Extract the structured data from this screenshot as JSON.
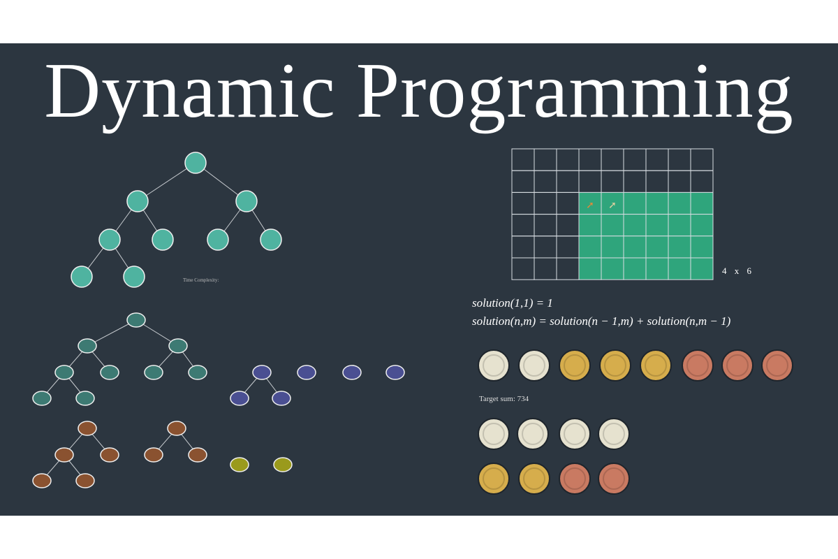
{
  "title": "Dynamic Programming",
  "grid": {
    "rows": 6,
    "cols": 9,
    "highlight_rows_from": 3,
    "highlight_cols_from": 4,
    "dims_label": "4 x 6",
    "highlight_color": "#2fa57c",
    "line_color": "#d8dde2"
  },
  "equations": [
    "solution(1,1) = 1",
    "solution(n,m) = solution(n − 1,m) + solution(n,m − 1)"
  ],
  "target_sum": "Target sum: 734",
  "time_complexity": "Time Complexity:",
  "colors": {
    "background": "#2c3640",
    "teal": "#4fb3a0",
    "dark_teal": "#3d7a73",
    "blue": "#4a4f92",
    "brown": "#8a5230",
    "olive": "#9a9a1c",
    "coin_silver": "#e6e2cf",
    "coin_gold": "#d6ad4c",
    "coin_copper": "#c97a62"
  },
  "coins": {
    "row1": [
      "silver",
      "silver",
      "gold",
      "gold",
      "gold",
      "copper",
      "copper",
      "copper"
    ],
    "row2": [
      "silver",
      "silver",
      "silver",
      "silver"
    ],
    "row3": [
      "gold",
      "gold",
      "copper",
      "copper"
    ]
  }
}
